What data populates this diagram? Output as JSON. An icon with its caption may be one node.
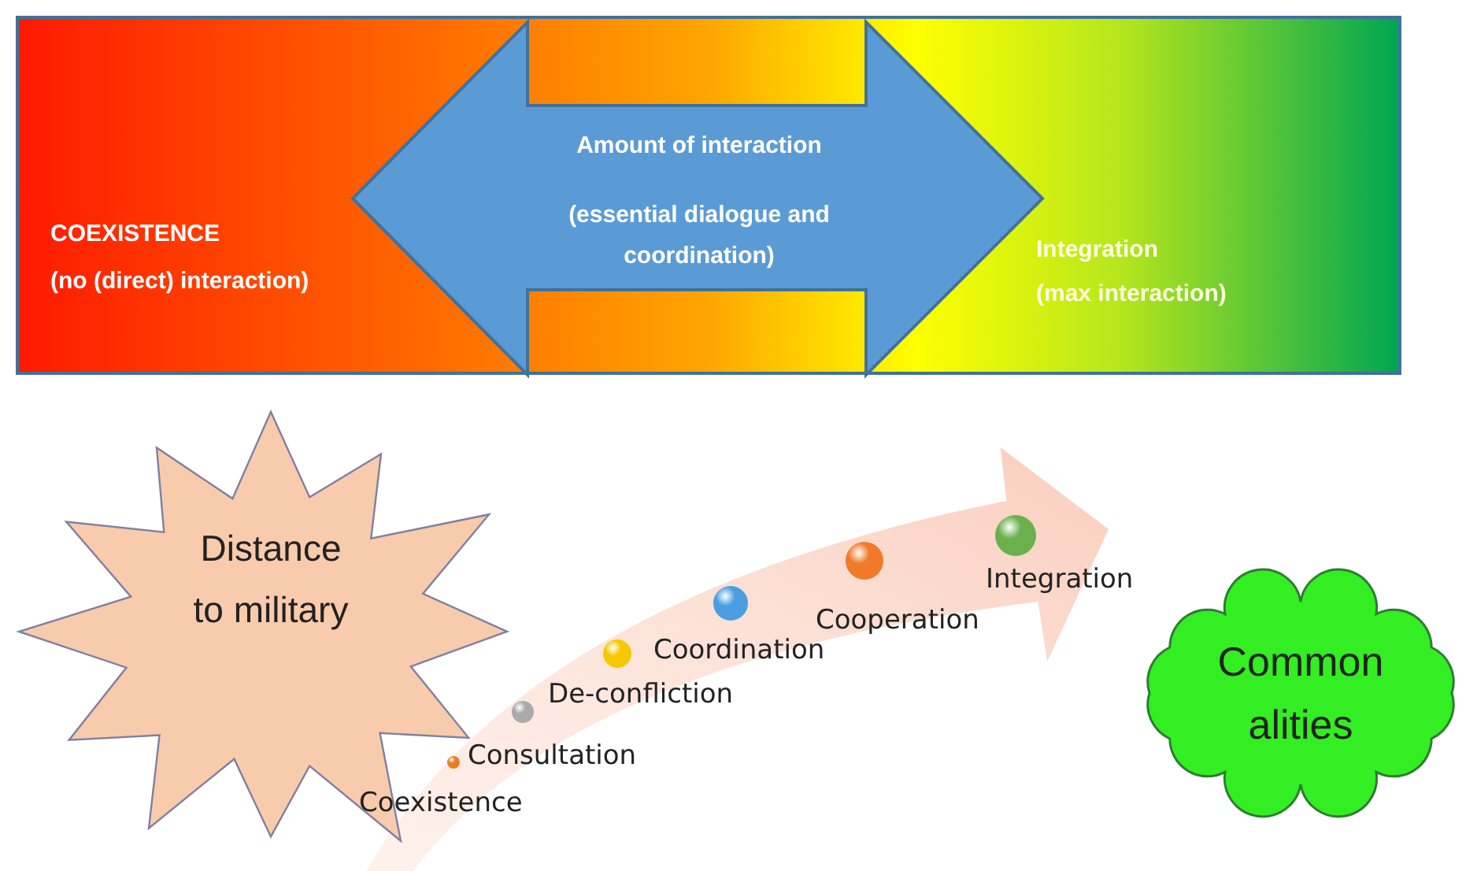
{
  "diagram": {
    "nodes": [
      {
        "text": [
          "COEXISTENCE",
          "(no (direct) interaction)",
          "Integration",
          "(max interaction)"
        ]
      },
      {
        "text": [
          "Amount of interaction",
          "(essential dialogue and coordination)"
        ],
        "in": 0
      },
      {
        "text": [
          "Distance to military"
        ]
      },
      {
        "text": [
          "Commonalities"
        ]
      }
    ],
    "edges": [
      {
        "from": 2,
        "to": 3,
        "arrow": "to"
      }
    ],
    "labels": [
      "Integration",
      "Cooperation",
      "Coordination",
      "De-confliction",
      "Consultation",
      "Coexistence"
    ]
  }
}
